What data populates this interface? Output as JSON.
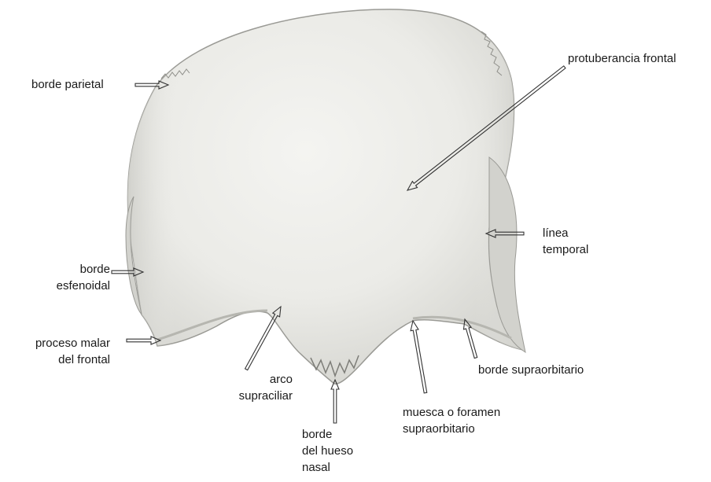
{
  "labels": {
    "protuberancia_frontal": "protuberancia frontal",
    "borde_parietal": "borde parietal",
    "linea_temporal": [
      "línea",
      "temporal"
    ],
    "borde_esfenoidal": [
      "borde",
      "esfenoidal"
    ],
    "proceso_malar": [
      "proceso malar",
      "del frontal"
    ],
    "arco_supraciliar": [
      "arco",
      "supraciliar"
    ],
    "borde_supraorbitario": "borde supraorbitario",
    "muesca_supraorbitaria": [
      "muesca o foramen",
      "supraorbitario"
    ],
    "borde_hueso_nasal": [
      "borde",
      "del hueso",
      "nasal"
    ]
  },
  "colors": {
    "bone_fill": "#e9e9e6",
    "bone_shade": "#c9c9c4",
    "bone_edge": "#8f8f8a",
    "arrow": "#333333",
    "text": "#1a1a1a"
  }
}
